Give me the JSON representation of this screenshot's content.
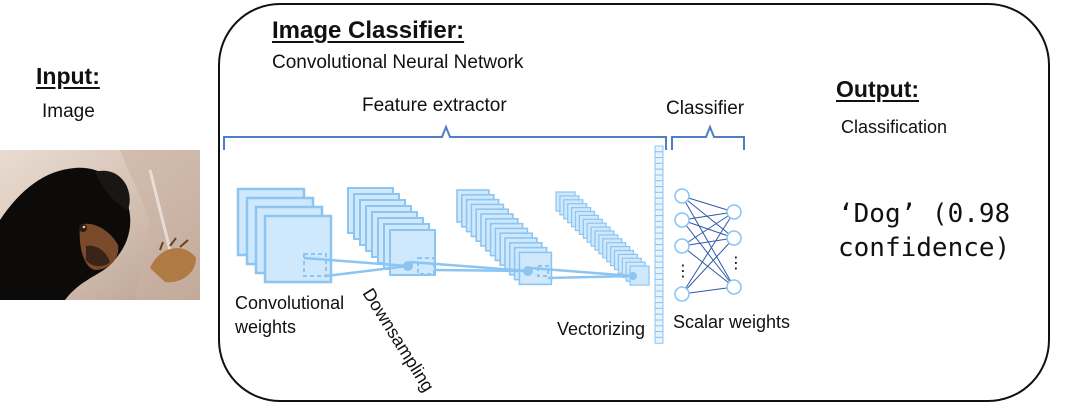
{
  "input": {
    "title": "Input:",
    "subtitle": "Image"
  },
  "classifier_box": {
    "title": "Image Classifier:",
    "subtitle": "Convolutional Neural Network",
    "feature_extractor_label": "Feature extractor",
    "classifier_label": "Classifier",
    "conv_weights_label_line1": "Convolutional",
    "conv_weights_label_line2": "weights",
    "downsampling_label": "Downsampling",
    "vectorizing_label": "Vectorizing",
    "scalar_weights_label": "Scalar weights",
    "ellipsis": "⋮"
  },
  "output": {
    "title": "Output:",
    "subtitle": "Classification",
    "result_line1": "‘Dog’ (0.98",
    "result_line2": "confidence)"
  },
  "colors": {
    "accent_blue": "#4f7fc3",
    "layer_fill": "#cfe8fb",
    "layer_stroke": "#8cc5f2",
    "node_stroke": "#8cc5f2",
    "net_lines": "#2f5aa8",
    "box_stroke": "#111111"
  },
  "icons": {
    "input_photo": "dog-photo"
  }
}
